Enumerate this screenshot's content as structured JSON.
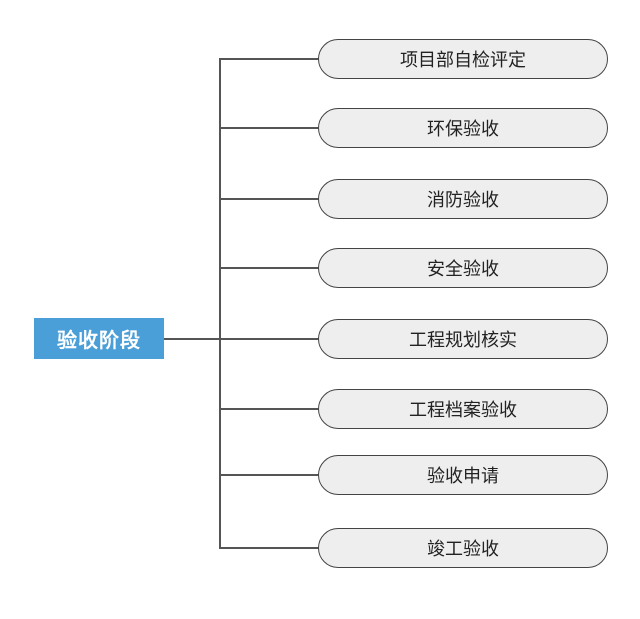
{
  "root": {
    "label": "验收阶段"
  },
  "branches": [
    {
      "label": "项目部自检评定"
    },
    {
      "label": "环保验收"
    },
    {
      "label": "消防验收"
    },
    {
      "label": "安全验收"
    },
    {
      "label": "工程规划核实"
    },
    {
      "label": "工程档案验收"
    },
    {
      "label": "验收申请"
    },
    {
      "label": "竣工验收"
    }
  ],
  "colors": {
    "root_fill": "#4a9fd8",
    "branch_fill": "#eeeeee",
    "branch_border": "#444444",
    "connector": "#555555"
  }
}
